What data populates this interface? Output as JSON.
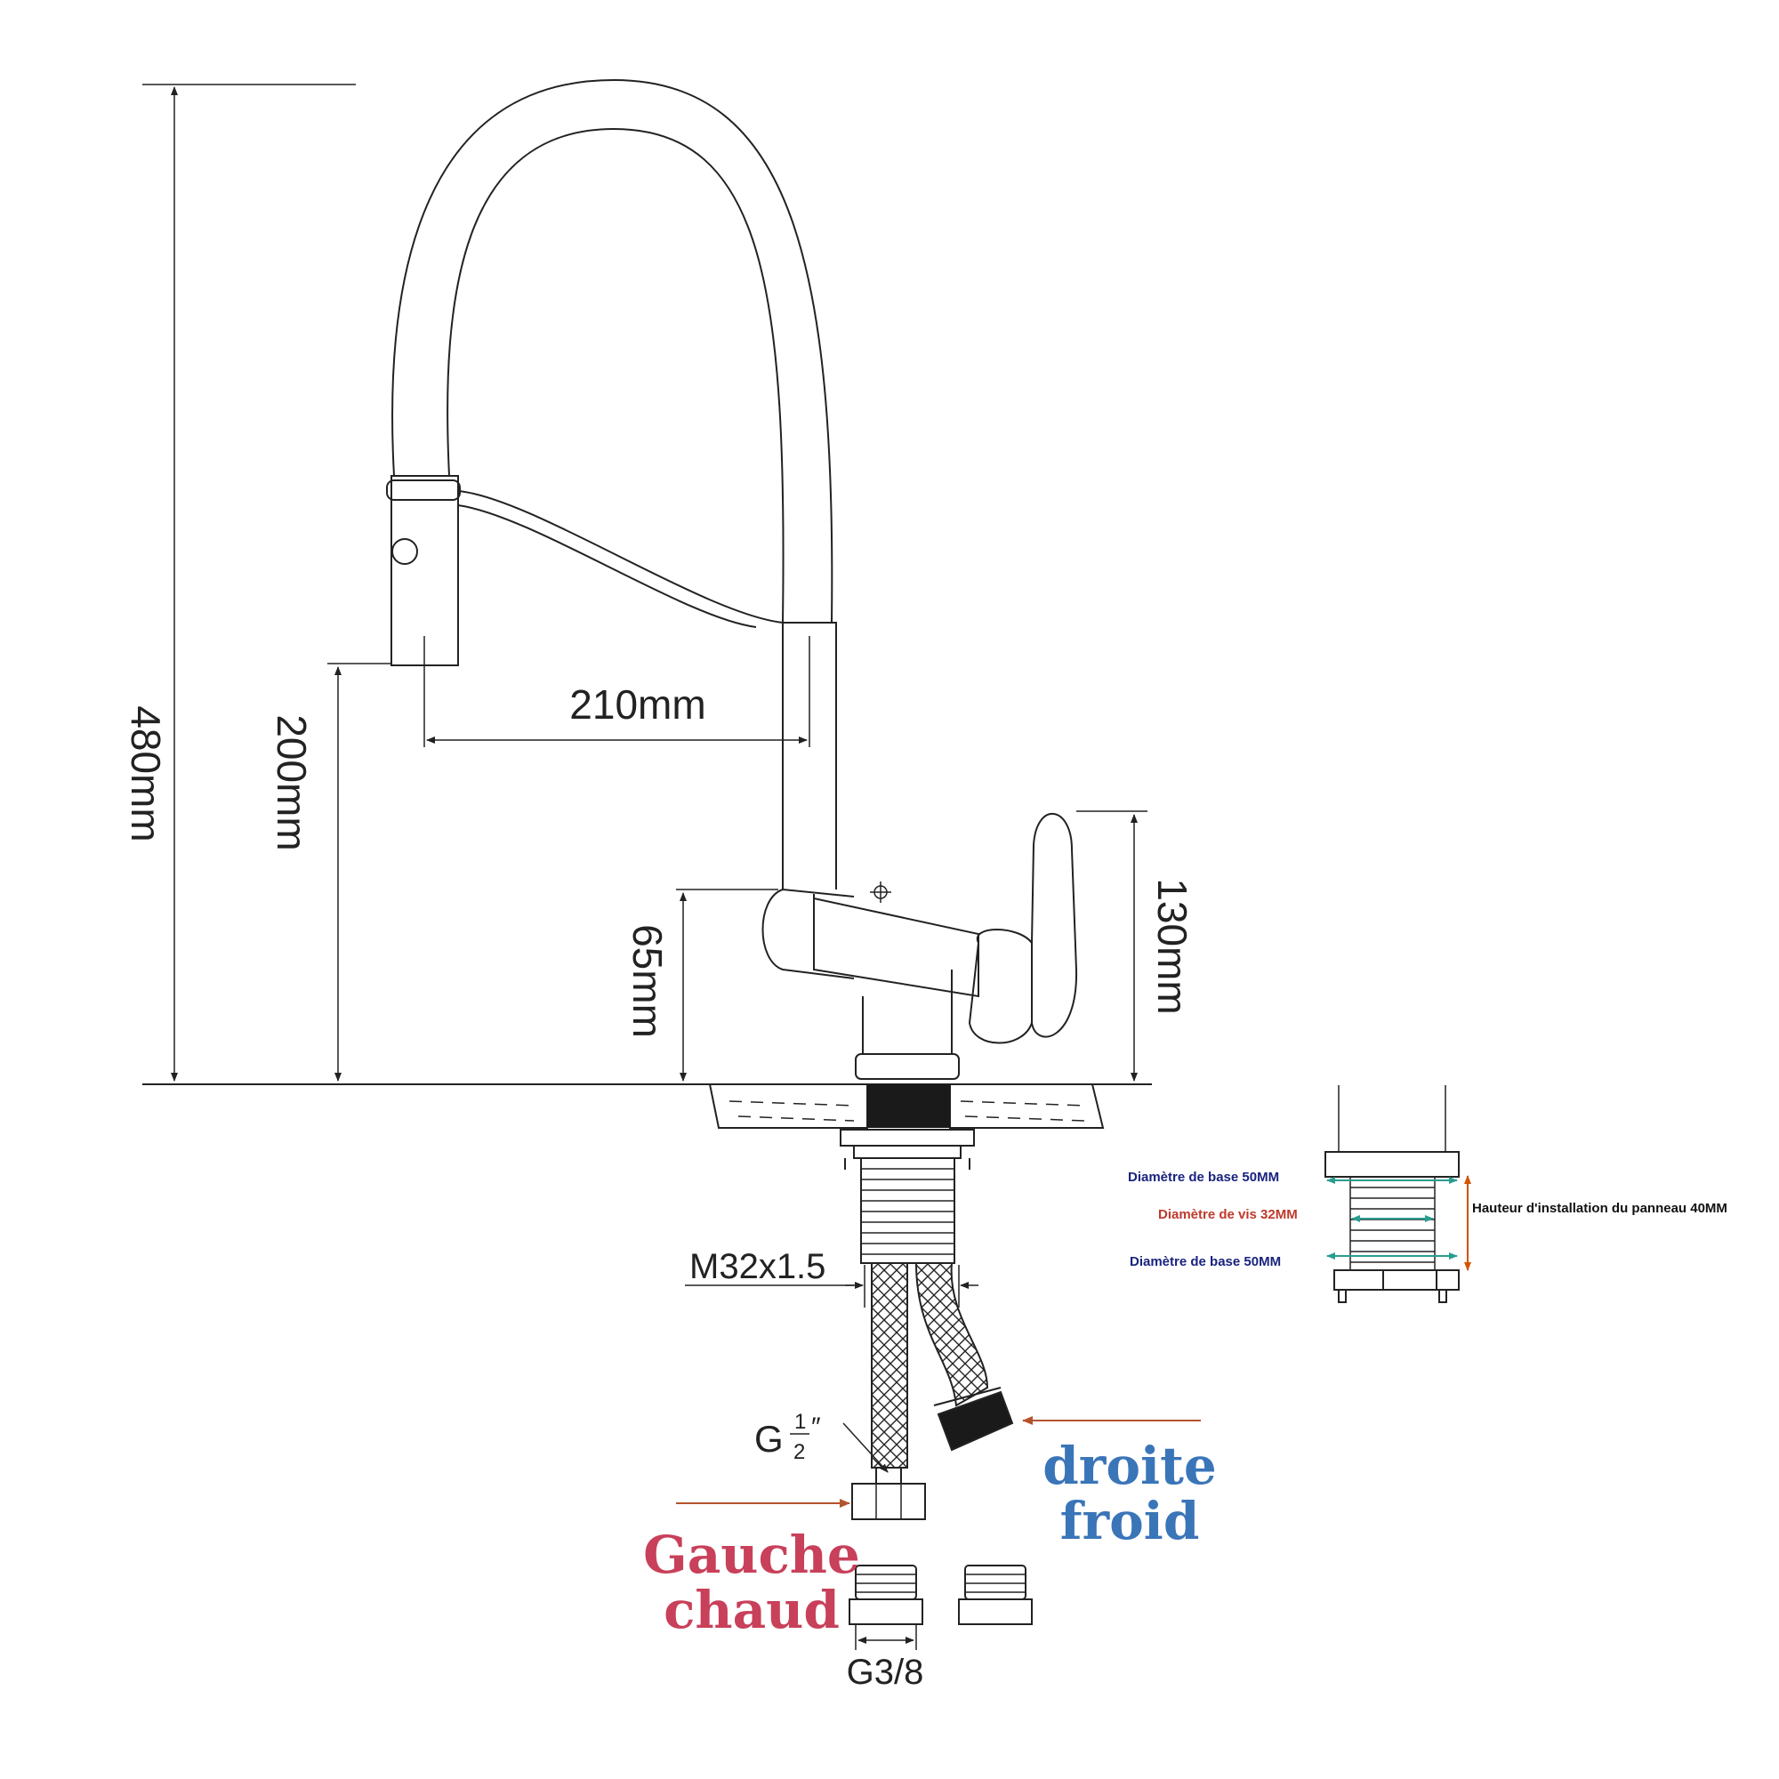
{
  "dimensions": {
    "total_height": "480mm",
    "spout_height": "200mm",
    "spout_reach": "210mm",
    "body_height": "65mm",
    "handle_height": "130mm",
    "thread": "M32x1.5",
    "hose_fitting_base": "G",
    "hose_fitting_frac_num": "1",
    "hose_fitting_frac_den": "2",
    "hose_fitting_mark": "″",
    "adapter_thread": "G3/8"
  },
  "mounting": {
    "base_diameter_top": "Diamètre de base 50MM",
    "screw_diameter": "Diamètre de vis 32MM",
    "base_diameter_bottom": "Diamètre de base 50MM",
    "panel_height": "Hauteur d'installation du panneau 40MM"
  },
  "connections": {
    "right_line1": "droite",
    "right_line2": "froid",
    "left_line1": "Gauche",
    "left_line2": "chaud"
  },
  "colors": {
    "cold": "#3a75b8",
    "hot": "#c8405a",
    "navy": "#1a237e",
    "red_label": "#c0392b",
    "arrow": "#b5532e",
    "teal": "#2a9d8f"
  }
}
